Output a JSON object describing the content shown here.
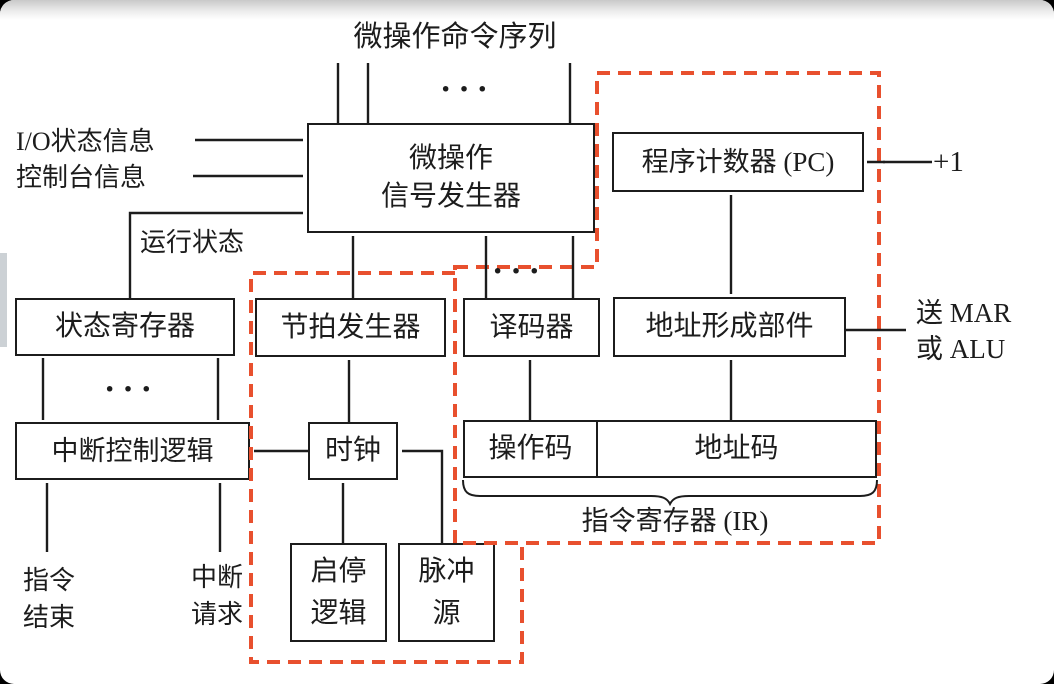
{
  "diagram": {
    "title_top": "微操作命令序列",
    "labels": {
      "io_status": "I/O状态信息",
      "console_info": "控制台信息",
      "run_state": "运行状态",
      "plus_one": "+1",
      "to_mar": "送 MAR",
      "or_alu": "或 ALU",
      "instr_end": [
        "指令",
        "结束"
      ],
      "int_request": [
        "中断",
        "请求"
      ],
      "ir_caption": "指令寄存器 (IR)",
      "ellipsis": "···"
    },
    "boxes": {
      "micro_op_generator": [
        "微操作",
        "信号发生器"
      ],
      "program_counter": "程序计数器 (PC)",
      "status_register": "状态寄存器",
      "beat_generator": "节拍发生器",
      "decoder": "译码器",
      "address_former": "地址形成部件",
      "interrupt_control": "中断控制逻辑",
      "clock": "时钟",
      "start_stop_logic": [
        "启停",
        "逻辑"
      ],
      "pulse_source": [
        "脉冲",
        "源"
      ],
      "opcode": "操作码",
      "address_code": "地址码"
    },
    "colors": {
      "dashed_border": "#e8502e",
      "line": "#1c1c1c"
    }
  }
}
